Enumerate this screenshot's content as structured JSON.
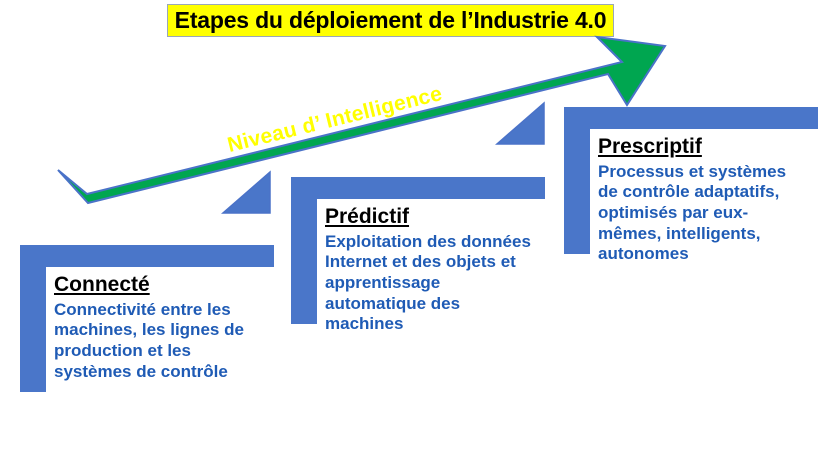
{
  "title": {
    "text": "Etapes du déploiement de l’Industrie 4.0",
    "background_color": "#FFFF00",
    "text_color": "#000000",
    "border_color": "#9AA7B8"
  },
  "arrow": {
    "label": "Niveau d’ Intelligence",
    "fill_color": "#00A650",
    "outline_color": "#4A72C8",
    "label_color": "#FFFF00",
    "direction": "up-right",
    "angle_degrees": -13.8
  },
  "palette": {
    "block_blue": "#4A76C9",
    "body_text_blue": "#1F5BB5",
    "heading_black": "#000000",
    "background": "#FFFFFF"
  },
  "steps": [
    {
      "id": "connecte",
      "heading": "Connecté",
      "body": "Connectivité entre les machines, les lignes de production et les systèmes de contrôle",
      "order": 1
    },
    {
      "id": "predictif",
      "heading": "Prédictif",
      "body": "Exploitation des données Internet et des objets et apprentissage automatique des machines",
      "order": 2
    },
    {
      "id": "prescriptif",
      "heading": "Prescriptif",
      "body": "Processus et systèmes de contrôle adaptatifs, optimisés par eux-mêmes, intelligents, autonomes",
      "order": 3
    }
  ],
  "risers": [
    {
      "id": "riser-1",
      "between": "connecte-predictif"
    },
    {
      "id": "riser-2",
      "between": "predictif-prescriptif"
    }
  ]
}
